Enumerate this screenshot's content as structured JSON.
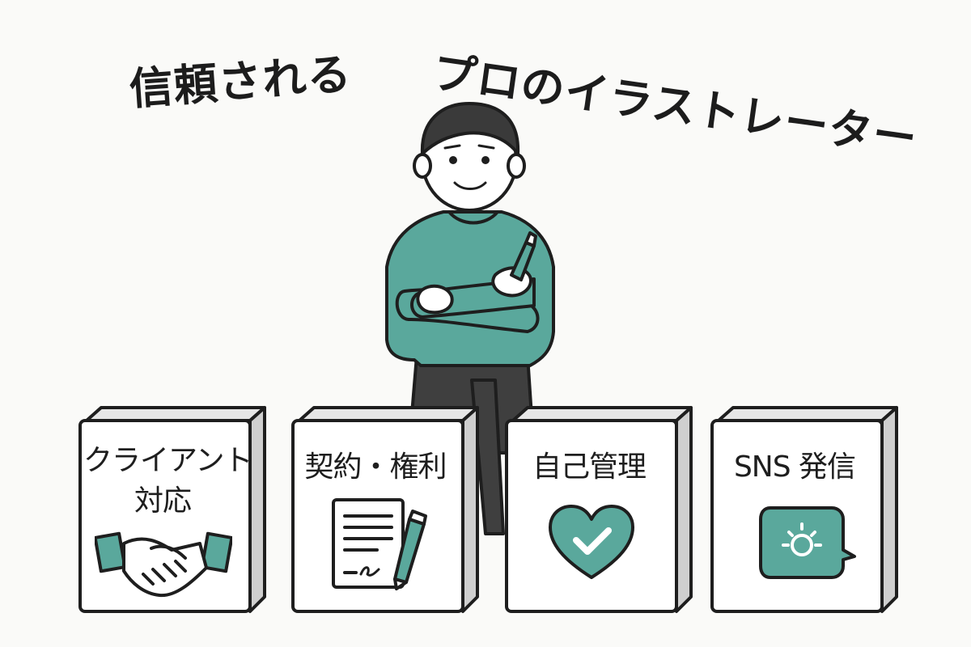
{
  "title": {
    "left": "信頼される",
    "right": "プロのイラストレーター"
  },
  "cards": [
    {
      "label_line1": "クライアント",
      "label_line2": "対応",
      "icon": "handshake-icon"
    },
    {
      "label_line1": "契約・権利",
      "icon": "contract-document-icon"
    },
    {
      "label_line1": "自己管理",
      "icon": "heart-check-icon"
    },
    {
      "label_line1": "SNS 発信",
      "icon": "speech-bubble-sun-icon"
    }
  ],
  "colors": {
    "accent_teal": "#5aa89c",
    "outline": "#1e1e1e",
    "pants": "#3f3f3f",
    "card_face": "#ffffff",
    "card_side": "#cfcfcf",
    "background": "#fafaf8"
  }
}
